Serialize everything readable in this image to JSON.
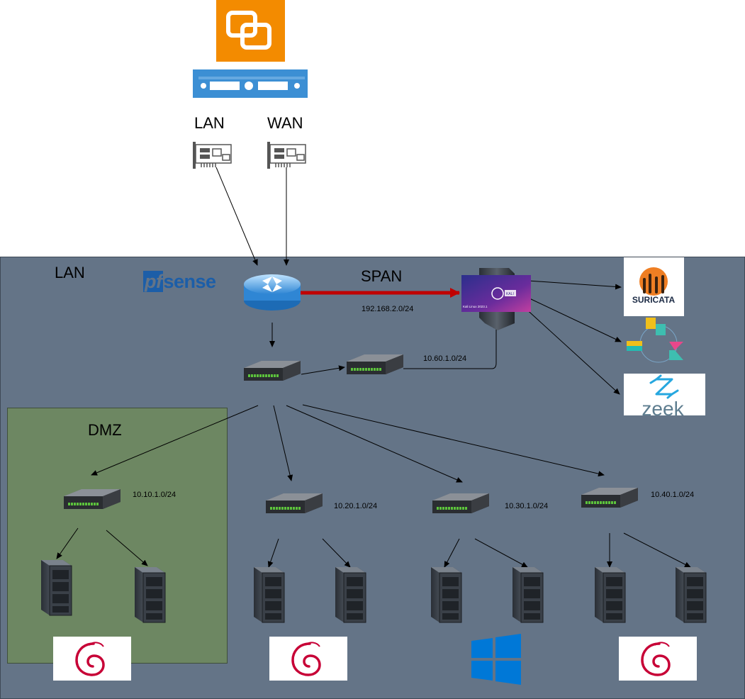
{
  "zones": {
    "lan": "LAN",
    "dmz": "DMZ"
  },
  "interfaces": {
    "lan": "LAN",
    "wan": "WAN"
  },
  "span": {
    "label": "SPAN",
    "subnet": "192.168.2.0/24"
  },
  "subnets": {
    "monitor": "10.60.1.0/24",
    "dmz": "10.10.1.0/24",
    "net20": "10.20.1.0/24",
    "net30": "10.30.1.0/24",
    "net40": "10.40.1.0/24"
  },
  "logos": {
    "pfsense_pf": "pf",
    "pfsense_sense": "sense",
    "suricata": "SURICATA",
    "zeek": "zeek",
    "kali_text": "Kali Linux 2023.1",
    "kali_badge": "KALI"
  },
  "colors": {
    "lan_zone": "#647487",
    "dmz_zone": "#6d8762",
    "vmware_orange": "#f38b00",
    "server_blue": "#3c8fd4",
    "span_red": "#c00000",
    "debian_red": "#c70036",
    "windows_blue": "#0078d7"
  }
}
